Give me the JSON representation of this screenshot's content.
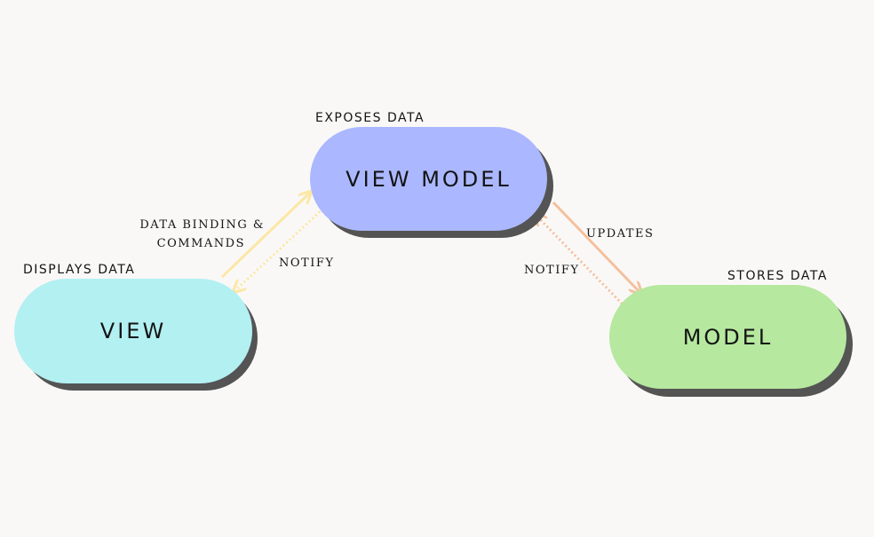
{
  "nodes": {
    "view_model": {
      "label": "VIEW MODEL",
      "caption": "EXPOSES DATA",
      "color": "#abb8ff"
    },
    "view": {
      "label": "VIEW",
      "caption": "DISPLAYS DATA",
      "color": "#b3f0f2"
    },
    "model": {
      "label": "MODEL",
      "caption": "STORES DATA",
      "color": "#b6e89f"
    }
  },
  "connections": {
    "view_to_viewmodel": {
      "label_line1": "DATA BINDING &",
      "label_line2": "COMMANDS",
      "color": "#fce7a4"
    },
    "viewmodel_to_view": {
      "label": "NOTIFY",
      "color": "#fce7a4"
    },
    "viewmodel_to_model": {
      "label": "UPDATES",
      "color": "#f4c09c"
    },
    "model_to_viewmodel": {
      "label": "NOTIFY",
      "color": "#f4c09c"
    }
  }
}
